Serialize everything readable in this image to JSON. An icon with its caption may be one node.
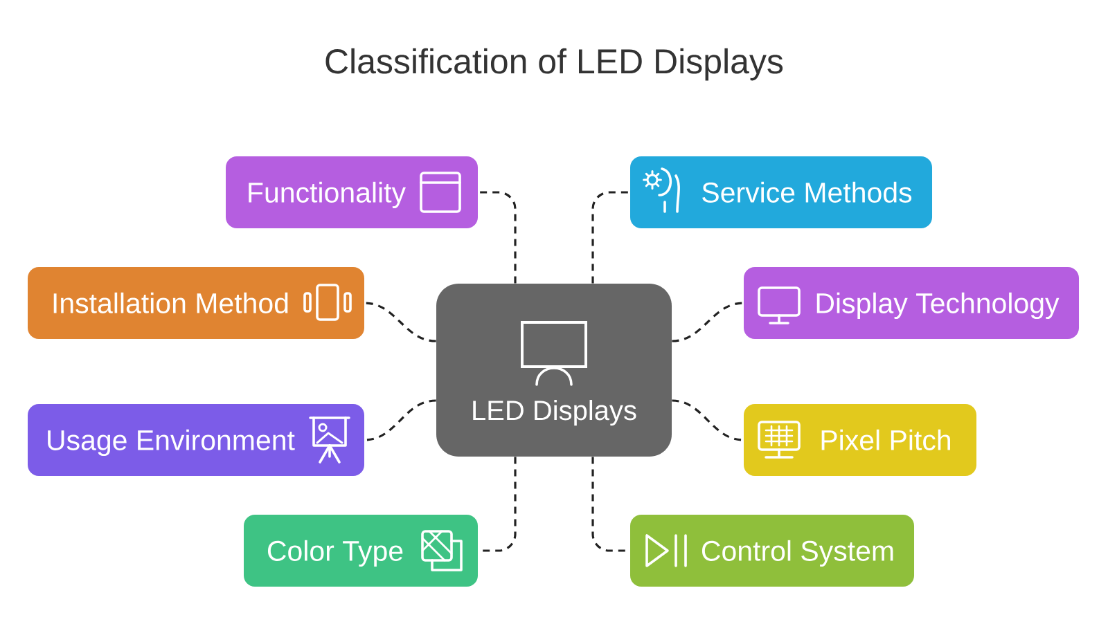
{
  "diagram": {
    "title": "Classification of LED Displays",
    "nodes": [
      {
        "text": [
          "LED Displays"
        ]
      },
      {
        "text": [
          "Functionality"
        ]
      },
      {
        "text": [
          "Service Methods"
        ]
      },
      {
        "text": [
          "Installation Method"
        ]
      },
      {
        "text": [
          "Display Technology"
        ]
      },
      {
        "text": [
          "Usage Environment"
        ]
      },
      {
        "text": [
          "Pixel Pitch"
        ]
      },
      {
        "text": [
          "Color Type"
        ]
      },
      {
        "text": [
          "Control System"
        ]
      }
    ],
    "edges": [
      {
        "from": 0,
        "to": 1,
        "arrow": "none",
        "style": "dashed"
      },
      {
        "from": 0,
        "to": 2,
        "arrow": "none",
        "style": "dashed"
      },
      {
        "from": 0,
        "to": 3,
        "arrow": "none",
        "style": "dashed"
      },
      {
        "from": 0,
        "to": 4,
        "arrow": "none",
        "style": "dashed"
      },
      {
        "from": 0,
        "to": 5,
        "arrow": "none",
        "style": "dashed"
      },
      {
        "from": 0,
        "to": 6,
        "arrow": "none",
        "style": "dashed"
      },
      {
        "from": 0,
        "to": 7,
        "arrow": "none",
        "style": "dashed"
      },
      {
        "from": 0,
        "to": 8,
        "arrow": "none",
        "style": "dashed"
      }
    ]
  }
}
